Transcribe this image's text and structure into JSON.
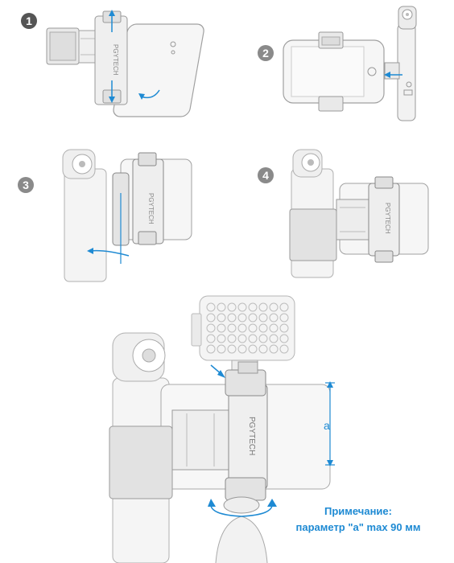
{
  "steps": [
    {
      "number": "1"
    },
    {
      "number": "2"
    },
    {
      "number": "3"
    },
    {
      "number": "4"
    }
  ],
  "brand": "PGYTECH",
  "dimension_label": "a",
  "note": {
    "title": "Примечание:",
    "text": "параметр \"a\" max 90 мм"
  },
  "colors": {
    "accent": "#1e8ad3",
    "line": "#9a9a9a",
    "badge_active": "#555555",
    "badge": "#8a8a8a"
  }
}
